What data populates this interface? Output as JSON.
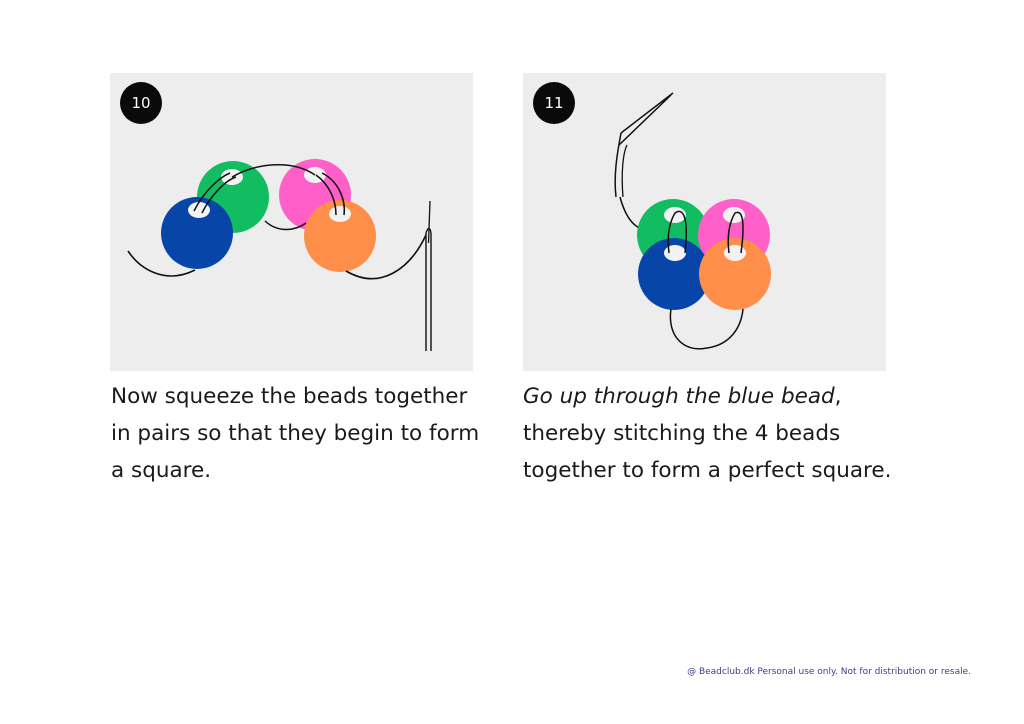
{
  "steps": [
    {
      "number": "10",
      "caption": "Now squeeze the beads together in pairs so that they begin to form a square."
    },
    {
      "number": "11",
      "caption_italic": "Go up through the blue bead",
      "caption_rest": ", thereby stitching the 4 beads together to form a perfect square."
    }
  ],
  "footer": "@ Beadclub.dk Personal use only. Not for distribution or resale.",
  "colors": {
    "panel_bg": "#ededed",
    "bead_blue": "#0845a8",
    "bead_green": "#12bd62",
    "bead_pink": "#ff5fc8",
    "bead_orange": "#ff8e4b",
    "thread": "#111111"
  }
}
